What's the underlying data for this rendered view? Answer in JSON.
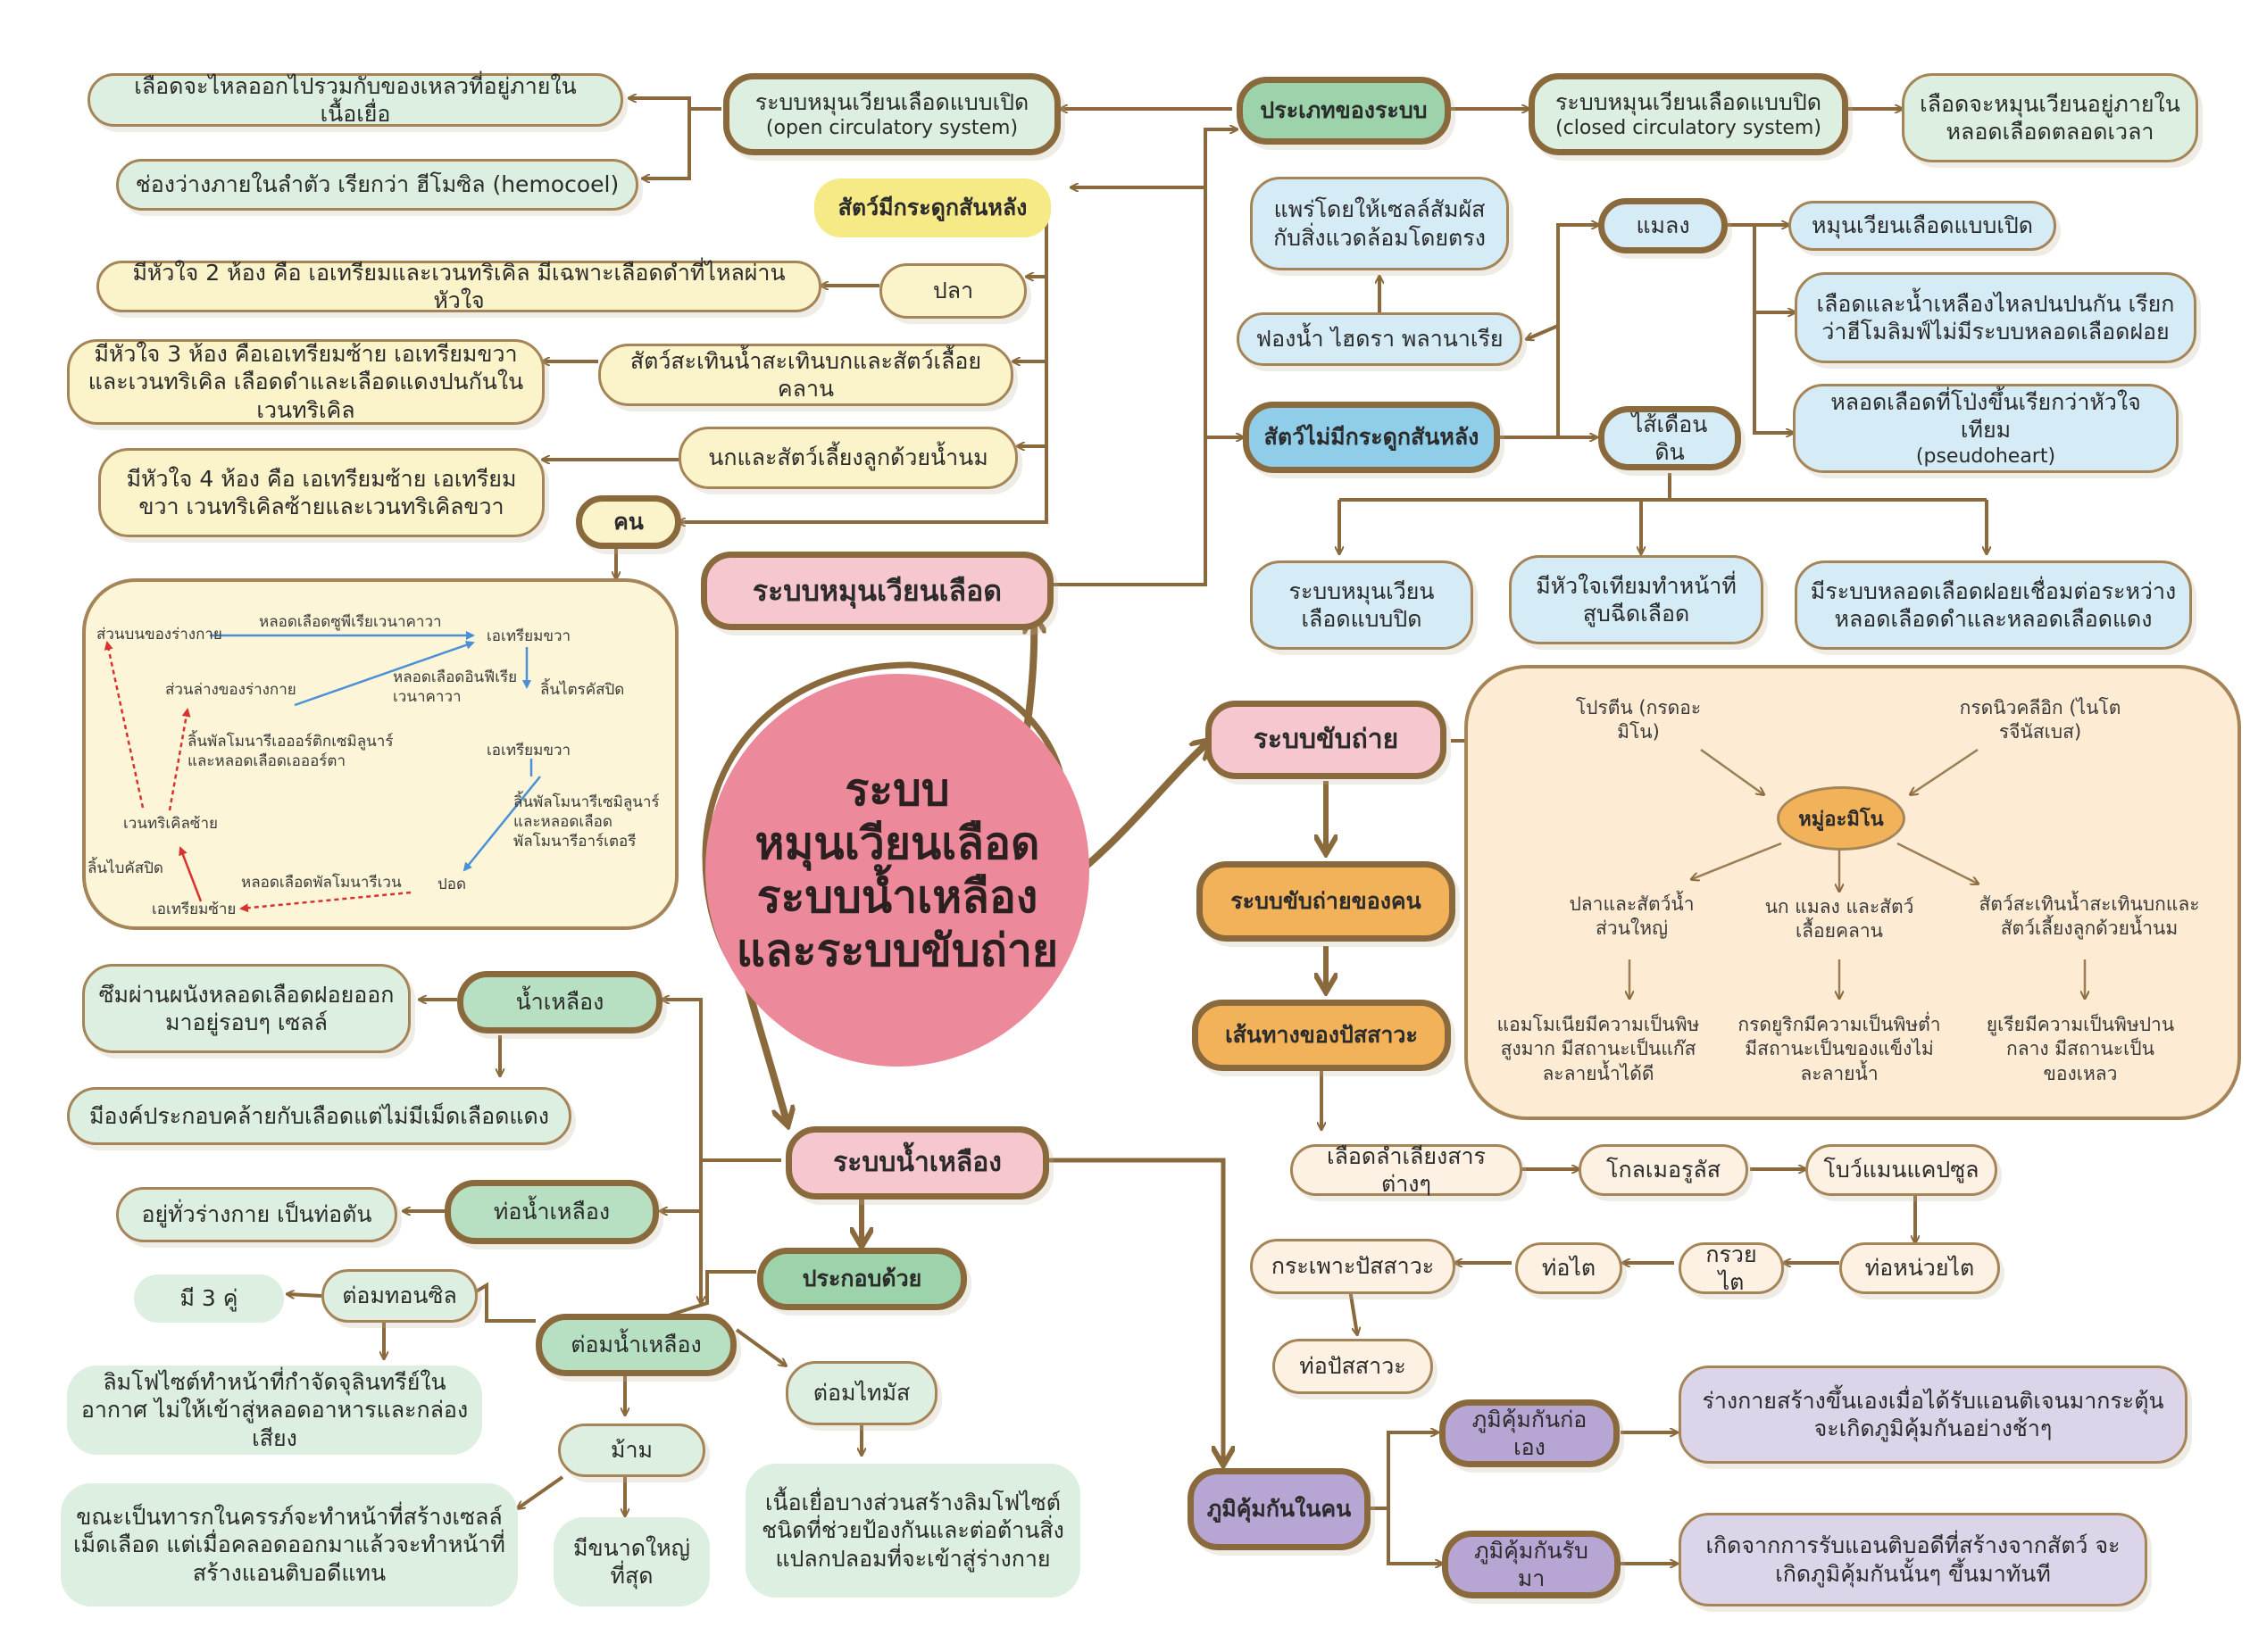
{
  "center": {
    "line1": "ระบบ",
    "line2": "หมุนเวียนเลือด",
    "line3": "ระบบน้ำเหลือง",
    "line4": "และระบบขับถ่าย"
  },
  "circulatory": {
    "title": "ระบบหมุนเวียนเลือด",
    "system_types": "ประเภทของระบบ",
    "open_system": "ระบบหมุนเวียนเลือดแบบเปิด",
    "open_system_en": "(open circulatory system)",
    "open_desc_1": "เลือดจะไหลออกไปรวมกับของเหลวที่อยู่ภายในเนื้อเยื่อ",
    "open_desc_2": "ช่องว่างภายในลำตัว เรียกว่า ฮีโมซิล (hemocoel)",
    "closed_system": "ระบบหมุนเวียนเลือดแบบปิด",
    "closed_system_en": "(closed circulatory system)",
    "closed_desc": "เลือดจะหมุนเวียนอยู่ภายในหลอดเลือดตลอดเวลา",
    "vertebrates": "สัตว์มีกระดูกสันหลัง",
    "fish": "ปลา",
    "fish_heart": "มีหัวใจ 2 ห้อง คือ เอเทรียมและเวนทริเคิล มีเฉพาะเลือดดำที่ไหลผ่านหัวใจ",
    "amphibians": "สัตว์สะเทินน้ำสะเทินบกและสัตว์เลื้อยคลาน",
    "amphibian_heart": "มีหัวใจ 3 ห้อง คือเอเทรียมซ้าย เอเทรียมขวา และเวนทริเคิล เลือดดำและเลือดแดงปนกันในเวนทริเคิล",
    "birds_mammals": "นกและสัตว์เลี้ยงลูกด้วยน้ำนม",
    "birds_heart": "มีหัวใจ 4 ห้อง คือ เอเทรียมซ้าย เอเทรียมขวา เวนทริเคิลซ้ายและเวนทริเคิลขวา",
    "human": "คน",
    "invertebrates": "สัตว์ไม่มีกระดูกสันหลัง",
    "sponge": "ฟองน้ำ ไฮดรา พลานาเรีย",
    "sponge_desc": "แพร่โดยให้เซลล์สัมผัสกับสิ่งแวดล้อมโดยตรง",
    "insect": "แมลง",
    "insect_open": "หมุนเวียนเลือดแบบเปิด",
    "insect_hemolymph": "เลือดและน้ำเหลืองไหลปนปนกัน เรียกว่าฮีโมลิมฟ์ไม่มีระบบหลอดเลือดฝอย",
    "insect_pseudoheart": "หลอดเลือดที่โป่งขึ้นเรียกว่าหัวใจเทียม",
    "insect_pseudoheart_en": "(pseudoheart)",
    "earthworm": "ไส้เดือนดิน",
    "earthworm_closed": "ระบบหมุนเวียนเลือดแบบปิด",
    "earthworm_pseudoheart": "มีหัวใจเทียมทำหน้าที่สูบฉีดเลือด",
    "earthworm_capillary": "มีระบบหลอดเลือดฝอยเชื่อมต่อระหว่างหลอดเลือดดำและหลอดเลือดแดง"
  },
  "heart_diagram": {
    "upper_body": "ส่วนบนของร่างกาย",
    "lower_body": "ส่วนล่างของร่างกาย",
    "superior_vena_cava": "หลอดเลือดซูพีเรียเวนาคาวา",
    "inferior_vena_cava": "หลอดเลือดอินฟีเรียเวนาคาวา",
    "right_atrium": "เอเทรียมขวา",
    "tricuspid": "ลิ้นไตรคัสปิด",
    "right_ventricle": "เอเทรียมขวา",
    "semilunar_aortic": "ลิ้นพัลโมนารีเซมิลูนาร์และหลอดเลือดพัลโมนารีอาร์เตอรี",
    "lungs": "ปอด",
    "pulmonary_vein": "หลอดเลือดพัลโมนารีเวน",
    "left_atrium": "เอเทรียมซ้าย",
    "bicuspid": "ลิ้นไบคัสปิด",
    "left_ventricle": "เวนทริเคิลซ้าย",
    "aortic_valve": "ลิ้นพัลโมนารีเอออร์ติกเซมิลูนาร์และหลอดเลือดเอออร์ตา"
  },
  "excretory": {
    "title": "ระบบขับถ่าย",
    "protein": "โปรตีน (กรดอะมิโน)",
    "nucleic": "กรดนิวคลีอิก (ไนโตรจีนัสเบส)",
    "amine": "หมู่อะมิโน",
    "fish": "ปลาและสัตว์น้ำส่วนใหญ่",
    "birds": "นก แมลง และสัตว์เลื้อยคลาน",
    "amphibians": "สัตว์สะเทินน้ำสะเทินบกและสัตว์เลี้ยงลูกด้วยน้ำนม",
    "ammonia": "แอมโมเนียมีความเป็นพิษสูงมาก มีสถานะเป็นแก๊สละลายน้ำได้ดี",
    "uric": "กรดยูริกมีความเป็นพิษต่ำมีสถานะเป็นของแข็งไม่ละลายน้ำ",
    "urea": "ยูเรียมีความเป็นพิษปานกลาง มีสถานะเป็นของเหลว",
    "human_excretion": "ระบบขับถ่ายของคน",
    "urine_path": "เส้นทางของปัสสาวะ",
    "step1": "เลือดลำเลียงสารต่างๆ",
    "step2": "โกลเมอรูลัส",
    "step3": "โบว์แมนแคปซูล",
    "step4": "ท่อหน่วยไต",
    "step5": "กรวยไต",
    "step6": "ท่อไต",
    "step7": "กระเพาะปัสสาวะ",
    "step8": "ท่อปัสสาวะ"
  },
  "immunity": {
    "title": "ภูมิคุ้มกันในคน",
    "active": "ภูมิคุ้มกันก่อเอง",
    "active_desc": "ร่างกายสร้างขึ้นเองเมื่อได้รับแอนติเจนมากระตุ้น จะเกิดภูมิคุ้มกันอย่างช้าๆ",
    "passive": "ภูมิคุ้มกันรับมา",
    "passive_desc": "เกิดจากการรับแอนติบอดีที่สร้างจากสัตว์ จะเกิดภูมิคุ้มกันนั้นๆ ขึ้นมาทันที"
  },
  "lymphatic": {
    "title": "ระบบน้ำเหลือง",
    "lymph": "น้ำเหลือง",
    "lymph_desc_1": "ซึมผ่านผนังหลอดเลือดฝอยออกมาอยู่รอบๆ เซลล์",
    "lymph_desc_2": "มีองค์ประกอบคล้ายกับเลือดแต่ไม่มีเม็ดเลือดแดง",
    "lymph_vessel": "ท่อน้ำเหลือง",
    "lymph_vessel_desc": "อยู่ทั่วร่างกาย เป็นท่อตัน",
    "consists_of": "ประกอบด้วย",
    "lymph_node": "ต่อมน้ำเหลือง",
    "tonsil": "ต่อมทอนซิล",
    "tonsil_pairs": "มี 3 คู่",
    "tonsil_desc": "ลิมโฟไซต์ทำหน้าที่กำจัดจุลินทรีย์ในอากาศ ไม่ให้เข้าสู่หลอดอาหารและกล่องเสียง",
    "spleen": "ม้าม",
    "spleen_size": "มีขนาดใหญ่ที่สุด",
    "spleen_desc": "ขณะเป็นทารกในครรภ์จะทำหน้าที่สร้างเซลล์เม็ดเลือด แต่เมื่อคลอดออกมาแล้วจะทำหน้าที่สร้างแอนติบอดีแทน",
    "thymus": "ต่อมไทมัส",
    "thymus_desc": "เนื้อเยื่อบางส่วนสร้างลิมโฟไซต์ ชนิดที่ช่วยป้องกันและต่อต้านสิ่งแปลกปลอมที่จะเข้าสู่ร่างกาย"
  },
  "colors": {
    "connector": "#8a6a3c",
    "oxygen_poor": "#4a90d9",
    "oxygen_rich": "#d8322f"
  }
}
